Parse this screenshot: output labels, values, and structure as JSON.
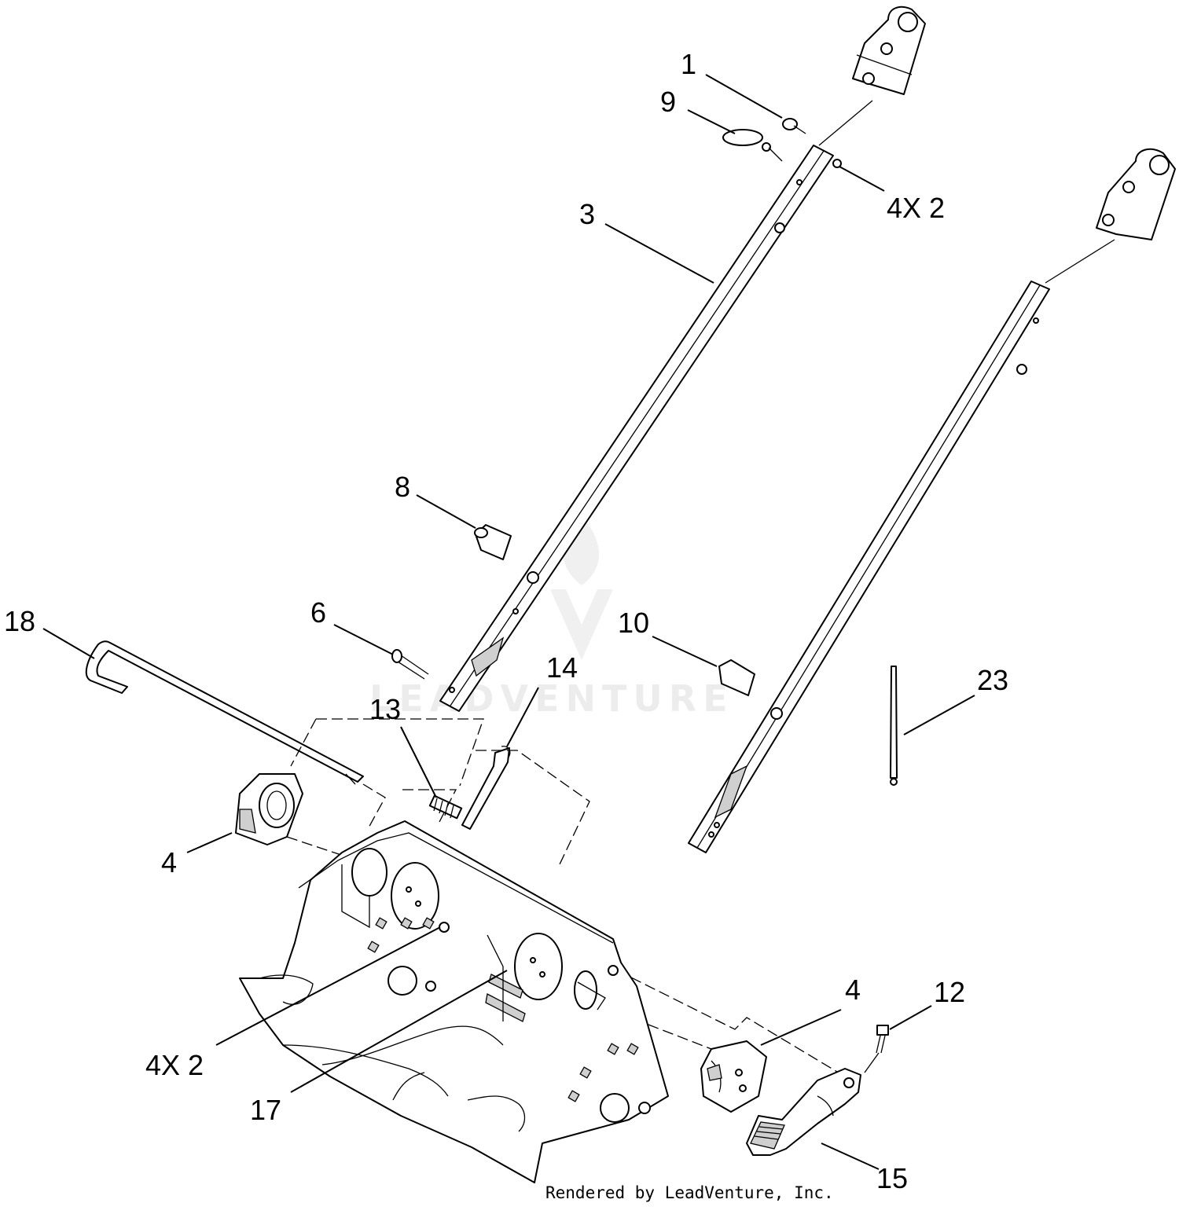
{
  "callouts": [
    {
      "id": "c1",
      "label": "1"
    },
    {
      "id": "c9",
      "label": "9"
    },
    {
      "id": "c2a",
      "label": "4X 2"
    },
    {
      "id": "c3",
      "label": "3"
    },
    {
      "id": "c8",
      "label": "8"
    },
    {
      "id": "c6",
      "label": "6"
    },
    {
      "id": "c10",
      "label": "10"
    },
    {
      "id": "c18",
      "label": "18"
    },
    {
      "id": "c14",
      "label": "14"
    },
    {
      "id": "c13",
      "label": "13"
    },
    {
      "id": "c23",
      "label": "23"
    },
    {
      "id": "c4a",
      "label": "4"
    },
    {
      "id": "c4b",
      "label": "4"
    },
    {
      "id": "c12",
      "label": "12"
    },
    {
      "id": "c2b",
      "label": "4X 2"
    },
    {
      "id": "c17",
      "label": "17"
    },
    {
      "id": "c15",
      "label": "15"
    }
  ],
  "watermark": "LEADVENTURE",
  "footer": "Rendered by LeadVenture, Inc."
}
